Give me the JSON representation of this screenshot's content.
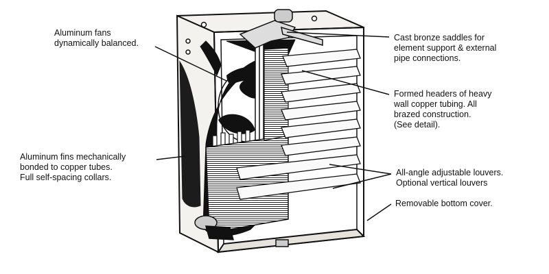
{
  "labels": {
    "fans": [
      "Aluminum fans",
      "dynamically balanced."
    ],
    "fins": [
      "Aluminum fins mechanically",
      "bonded to copper tubes.",
      "Full self-spacing collars."
    ],
    "saddles": [
      "Cast bronze saddles for",
      "element support & external",
      "pipe connections."
    ],
    "headers": [
      "Formed headers of heavy",
      "wall copper tubing. All",
      "brazed construction.",
      "(See detail)."
    ],
    "louvers": [
      "All-angle adjustable louvers.",
      "Optional vertical louvers"
    ],
    "bottom_cover": [
      "Removable bottom cover."
    ]
  },
  "colors": {
    "ink": "#111111",
    "paper": "#ffffff",
    "housing": "#f4f2ee"
  }
}
